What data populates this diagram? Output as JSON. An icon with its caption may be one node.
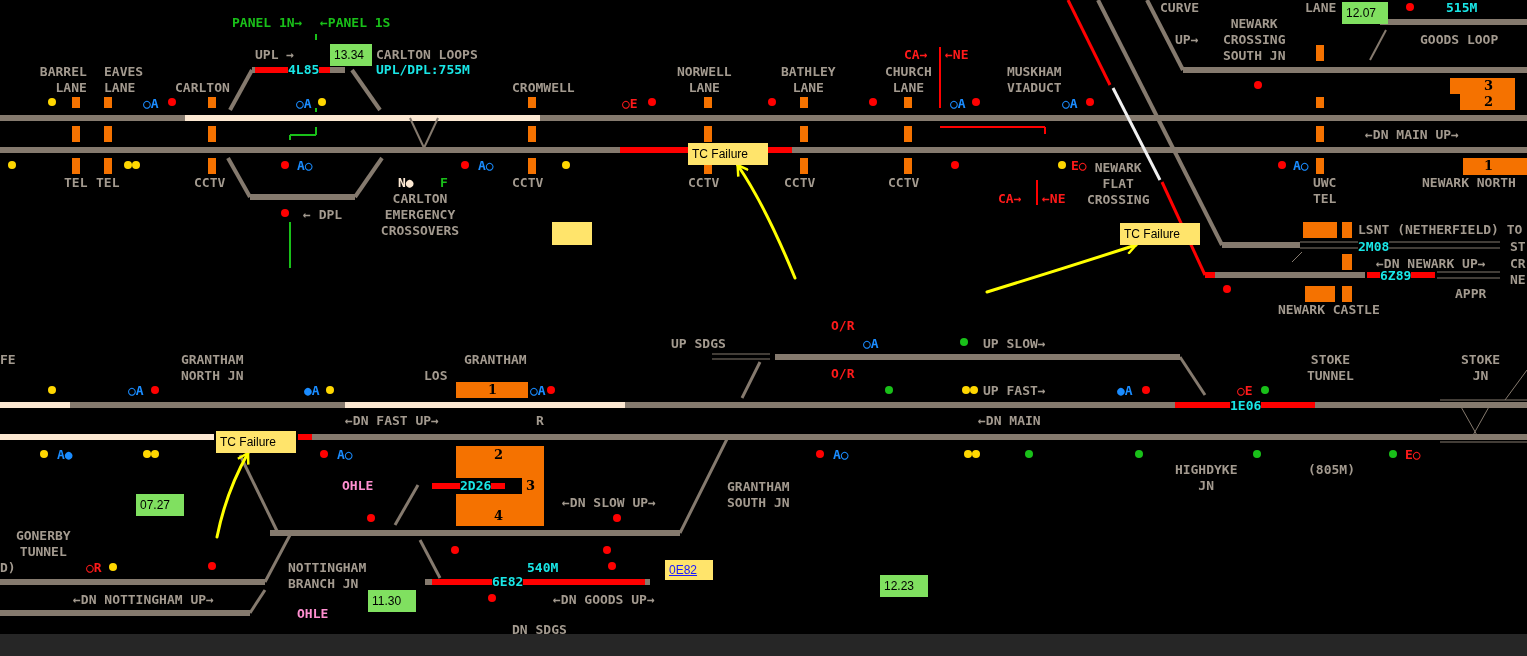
{
  "diagram": {
    "nodes": [
      {
        "text": [
          "12.07"
        ]
      },
      {
        "text": [
          "13.34"
        ]
      },
      {
        "text": [
          "TC Failure"
        ]
      },
      {
        "text": [],
        "shape": "box"
      },
      {
        "text": [
          "TC Failure"
        ]
      },
      {
        "text": [
          "TC Failure"
        ]
      },
      {
        "text": [
          "07.27"
        ]
      },
      {
        "text": [
          "0E82"
        ]
      },
      {
        "text": [
          "12.23"
        ]
      },
      {
        "text": [
          "11.30"
        ]
      }
    ],
    "edges": [
      {
        "from": null,
        "to": 2,
        "arrow": "to"
      },
      {
        "from": null,
        "to": 4,
        "arrow": "to"
      },
      {
        "from": null,
        "to": 5,
        "arrow": "to"
      }
    ],
    "labels": [
      "CURVE",
      "LANE",
      "515M",
      "PANEL 1N→",
      "←PANEL 1S",
      "UP→",
      "NEWARK CROSSING SOUTH JN",
      "GOODS LOOP",
      "UPL →",
      "CARLTON LOOPS",
      "CA→",
      "←NE",
      "4L85",
      "UPL/DPL:755M",
      "BARREL LANE",
      "EAVES LANE",
      "NORWELL LANE",
      "BATHLEY LANE",
      "CHURCH LANE",
      "MUSKHAM VIADUCT",
      "CARLTON",
      "CROMWELL",
      "3",
      "○A",
      "○A",
      "○E",
      "○A",
      "○A",
      "2",
      "←DN MAIN UP→",
      "A○",
      "A○",
      "E○",
      "NEWARK FLAT CROSSING",
      "A○",
      "1",
      "TEL",
      "TEL",
      "CCTV",
      "N●",
      "F",
      "CCTV",
      "CCTV",
      "CCTV",
      "CCTV",
      "UWC TEL",
      "NEWARK NORTH",
      "CARLTON EMERGENCY CROSSOVERS",
      "CA→",
      "←NE",
      "← DPL",
      "LSNT (NETHERFIELD) TO",
      "2M08",
      "ST",
      "←DN NEWARK UP→",
      "CR",
      "6Z89",
      "NE",
      "APPR",
      "NEWARK CASTLE",
      "O/R",
      "UP SDGS",
      "○A",
      "UP SLOW→",
      "FE",
      "GRANTHAM NORTH JN",
      "GRANTHAM",
      "STOKE TUNNEL",
      "STOKE JN",
      "LOS",
      "O/R",
      "○A",
      "●A",
      "1",
      "○A",
      "UP FAST→",
      "●A",
      "○E",
      "1E06",
      "←DN FAST UP→",
      "R",
      "←DN MAIN",
      "A●",
      "A○",
      "2",
      "A○",
      "E○",
      "HIGHDYKE JN",
      "(805M)",
      "OHLE",
      "2D26",
      "3",
      "GRANTHAM SOUTH JN",
      "←DN SLOW UP→",
      "4",
      "GONERBY TUNNEL",
      "D)",
      "○R",
      "NOTTINGHAM BRANCH JN",
      "540M",
      "6E82",
      "←DN NOTTINGHAM UP→",
      "←DN GOODS UP→",
      "OHLE",
      "DN SDGS"
    ]
  }
}
